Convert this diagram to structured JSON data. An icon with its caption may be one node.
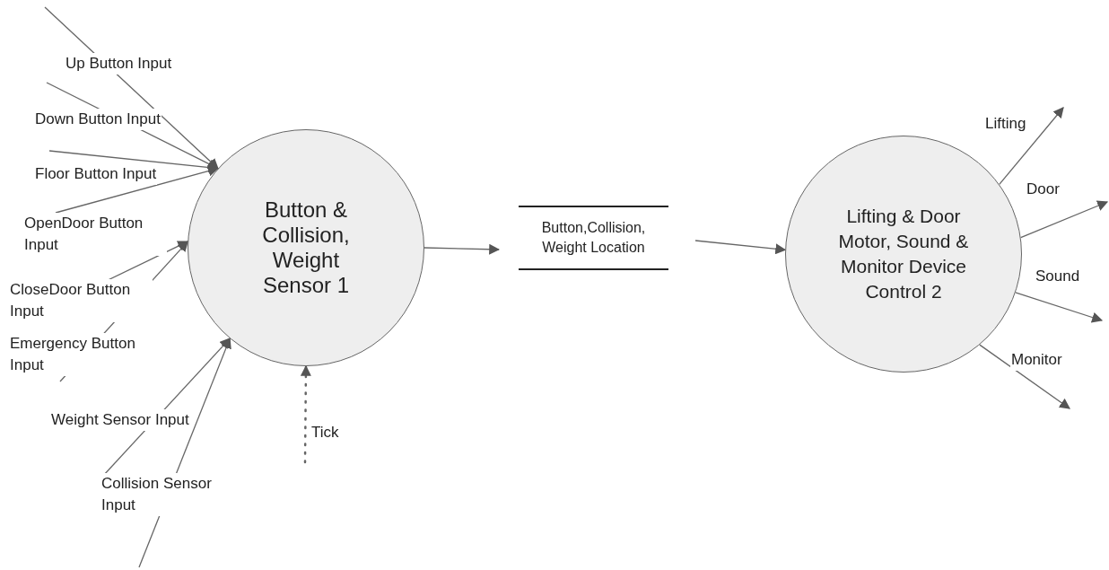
{
  "diagram": {
    "nodes": [
      {
        "text": [
          "Button & Collision, Weight Sensor 1"
        ]
      },
      {
        "text": [
          "Button,Collision, Weight Location"
        ]
      },
      {
        "text": [
          "Lifting & Door Motor, Sound & Monitor Device Control 2"
        ]
      }
    ],
    "edges": [
      {
        "from": null,
        "to": 0,
        "arrow": "to",
        "label": "Up Button Input"
      },
      {
        "from": null,
        "to": 0,
        "arrow": "to",
        "label": "Down Button Input"
      },
      {
        "from": null,
        "to": 0,
        "arrow": "to",
        "label": "Floor Button Input"
      },
      {
        "from": null,
        "to": 0,
        "arrow": "to",
        "label": "OpenDoor Button Input"
      },
      {
        "from": null,
        "to": 0,
        "arrow": "to",
        "label": "CloseDoor Button Input"
      },
      {
        "from": null,
        "to": 0,
        "arrow": "to",
        "label": "Emergency Button Input"
      },
      {
        "from": null,
        "to": 0,
        "arrow": "to",
        "label": "Weight Sensor Input"
      },
      {
        "from": null,
        "to": 0,
        "arrow": "to",
        "label": "Collision Sensor Input"
      },
      {
        "from": null,
        "to": 0,
        "arrow": "to",
        "label": "Tick",
        "style": "dashed"
      },
      {
        "from": 0,
        "to": 1,
        "arrow": "to"
      },
      {
        "from": 1,
        "to": 2,
        "arrow": "to"
      },
      {
        "from": 2,
        "to": null,
        "arrow": "to",
        "label": "Lifting"
      },
      {
        "from": 2,
        "to": null,
        "arrow": "to",
        "label": "Door"
      },
      {
        "from": 2,
        "to": null,
        "arrow": "to",
        "label": "Sound"
      },
      {
        "from": 2,
        "to": null,
        "arrow": "to",
        "label": "Monitor"
      }
    ]
  }
}
